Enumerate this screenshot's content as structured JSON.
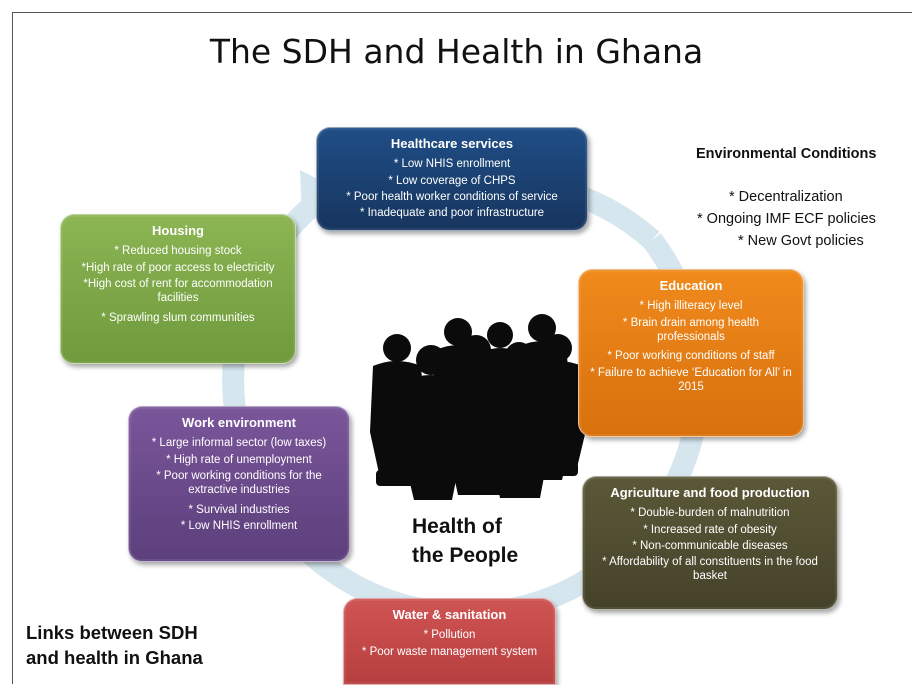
{
  "title": "The SDH and Health in Ghana",
  "healthcare": {
    "heading": "Healthcare services",
    "items": [
      "* Low NHIS enrollment",
      "* Low coverage  of CHPS",
      "* Poor health worker conditions of service",
      "* Inadequate and poor infrastructure"
    ]
  },
  "housing": {
    "heading": "Housing",
    "items": [
      "* Reduced housing stock",
      "*High rate of poor access to electricity",
      "*High cost of rent for accommodation facilities",
      "* Sprawling slum communities"
    ]
  },
  "education": {
    "heading": "Education",
    "items": [
      "* High illiteracy level",
      "* Brain drain among health professionals",
      "* Poor working conditions of staff",
      "* Failure to achieve ‘Education for All’ in 2015"
    ]
  },
  "work": {
    "heading": "Work environment",
    "items": [
      "* Large informal sector (low taxes)",
      "* High rate of unemployment",
      "* Poor working conditions for the extractive industries",
      "* Survival industries",
      "* Low NHIS enrollment"
    ]
  },
  "agriculture": {
    "heading": "Agriculture and food production",
    "items": [
      "* Double-burden of malnutrition",
      "* Increased rate of obesity",
      "* Non-communicable diseases",
      "* Affordability of all constituents in the food basket"
    ]
  },
  "water": {
    "heading": "Water & sanitation",
    "items": [
      "* Pollution",
      "* Poor waste management system"
    ]
  },
  "environment": {
    "heading": "Environmental Conditions",
    "items": [
      "* Decentralization",
      "* Ongoing  IMF ECF policies",
      "* New Govt policies"
    ]
  },
  "center_label": [
    "Health of",
    "the People"
  ],
  "footer": [
    "Links between SDH",
    "and health in Ghana"
  ],
  "colors": {
    "healthcare": "#1f4e86",
    "housing": "#7ea84a",
    "education": "#e87b14",
    "work": "#6b4a8c",
    "agriculture": "#504d32",
    "water": "#c44848",
    "cycle_arrow": "#d6e6ee"
  }
}
